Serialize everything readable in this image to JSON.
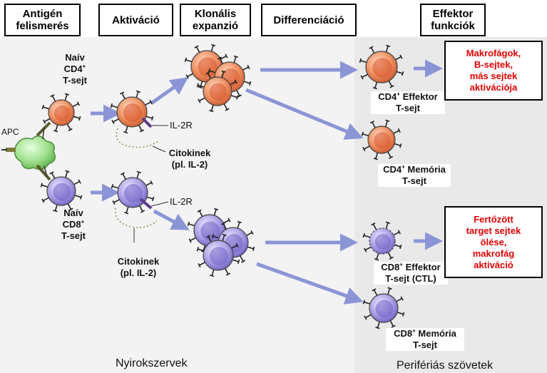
{
  "headers": {
    "antigen": [
      "Antigén",
      "felismerés"
    ],
    "activation": [
      "Aktiváció"
    ],
    "clonal": [
      "Klonális",
      "expanzió"
    ],
    "differentiation": [
      "Differenciáció"
    ],
    "effector": [
      "Effektor",
      "funkciók"
    ]
  },
  "labels": {
    "apc": "APC",
    "naive_cd4": {
      "line1": "Naív",
      "line2_main": "CD4",
      "line2_sup": "+",
      "line3": "T-sejt"
    },
    "naive_cd8": {
      "line1": "Naív",
      "line2_main": "CD8",
      "line2_sup": "+",
      "line3": "T-sejt"
    },
    "il2r_top": "IL-2R",
    "il2r_bottom": "IL-2R",
    "cytokines_top": [
      "Citokinek",
      "(pl. IL-2)"
    ],
    "cytokines_bottom": [
      "Citokinek",
      "(pl. IL-2)"
    ],
    "cd4_effector": {
      "main": "CD4",
      "sup": "+",
      "rest": " Effektor",
      "line2": "T-sejt"
    },
    "cd4_memory": {
      "main": "CD4",
      "sup": "+",
      "rest": " Memória",
      "line2": "T-sejt"
    },
    "cd8_effector": {
      "main": "CD8",
      "sup": "+",
      "rest": " Effektor",
      "line2": "T-sejt (CTL)"
    },
    "cd8_memory": {
      "main": "CD8",
      "sup": "+",
      "rest": " Memória",
      "line2": "T-sejt"
    }
  },
  "effect_boxes": {
    "cd4": [
      "Makrofágok,",
      "B-sejtek,",
      "más sejtek",
      "aktivációja"
    ],
    "cd8": [
      "Fertőzött",
      "target sejtek",
      "ölése,",
      "makrofág",
      "aktiváció"
    ]
  },
  "captions": {
    "lymph": "Nyirokszervek",
    "peripheral": "Perifériás szövetek"
  },
  "colors": {
    "cd4_cell": "#e98a5f",
    "cd4_nucleus": "#d9542a",
    "cd8_cell": "#a9a1e0",
    "cd8_nucleus": "#6f5fc4",
    "apc": "#9ee08c",
    "arrow": "#8b95d6",
    "effect_text": "#e00000"
  }
}
